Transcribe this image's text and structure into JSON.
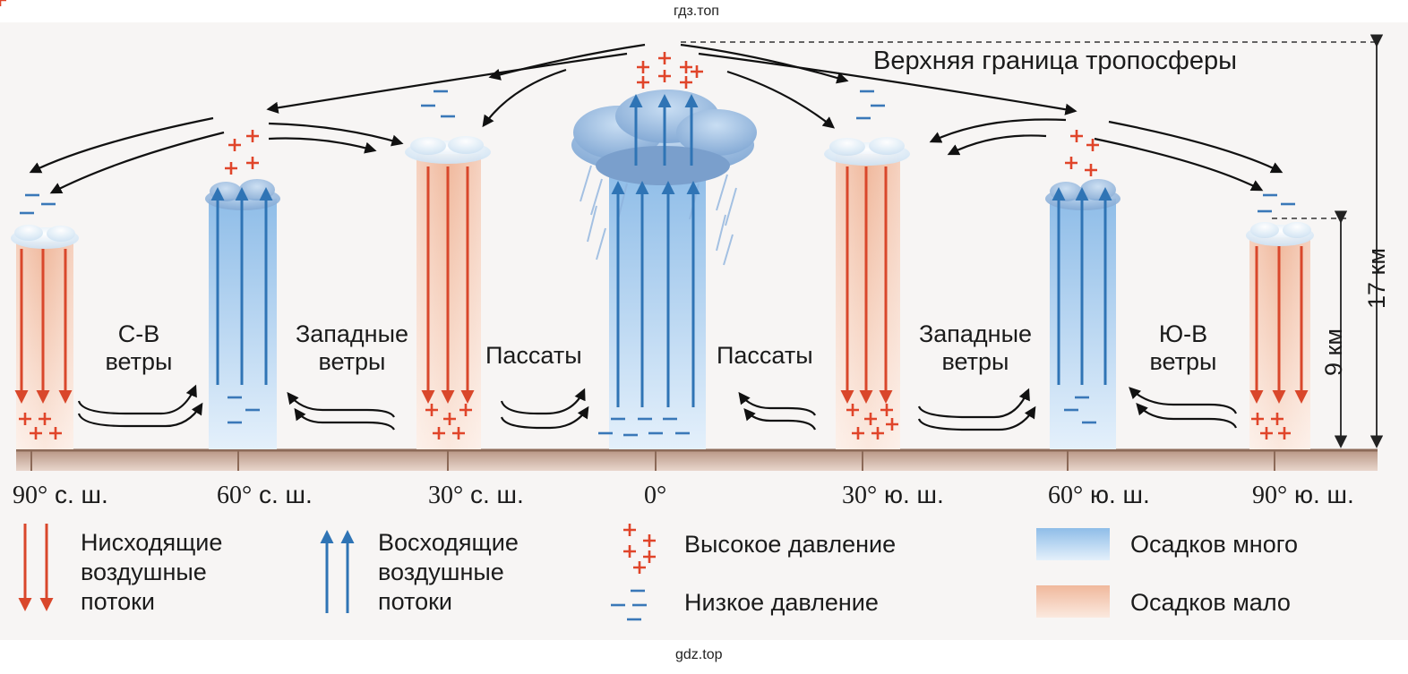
{
  "watermark_top": "гдз.топ",
  "watermark_bottom": "gdz.top",
  "tropopause_label": "Верхняя граница тропосферы",
  "height_total": "17 км",
  "height_polar": "9 км",
  "winds": {
    "ne": [
      "С-В",
      "ветры"
    ],
    "west_n": [
      "Западные",
      "ветры"
    ],
    "trade_n": "Пассаты",
    "trade_s": "Пассаты",
    "west_s": [
      "Западные",
      "ветры"
    ],
    "se": [
      "Ю-В",
      "ветры"
    ]
  },
  "latitudes": [
    {
      "deg": "90°",
      "hemi": "с. ш."
    },
    {
      "deg": "60°",
      "hemi": "с. ш."
    },
    {
      "deg": "30°",
      "hemi": "с. ш."
    },
    {
      "deg": "0°",
      "hemi": ""
    },
    {
      "deg": "30°",
      "hemi": "ю. ш."
    },
    {
      "deg": "60°",
      "hemi": "ю. ш."
    },
    {
      "deg": "90°",
      "hemi": "ю. ш."
    }
  ],
  "legend": {
    "descending": [
      "Нисходящие",
      "воздушные",
      "потоки"
    ],
    "ascending": [
      "Восходящие",
      "воздушные",
      "потоки"
    ],
    "high_pressure": "Высокое давление",
    "low_pressure": "Низкое давление",
    "much_precip": "Осадков много",
    "little_precip": "Осадков мало"
  },
  "colors": {
    "descending_arrow": "#d9472b",
    "ascending_arrow": "#2f74b5",
    "high_pressure": "#e0452a",
    "low_pressure": "#3a78b8",
    "ground": "#a07a66",
    "dry_column": "#e9b69a",
    "wet_column": "#a9cdee"
  }
}
